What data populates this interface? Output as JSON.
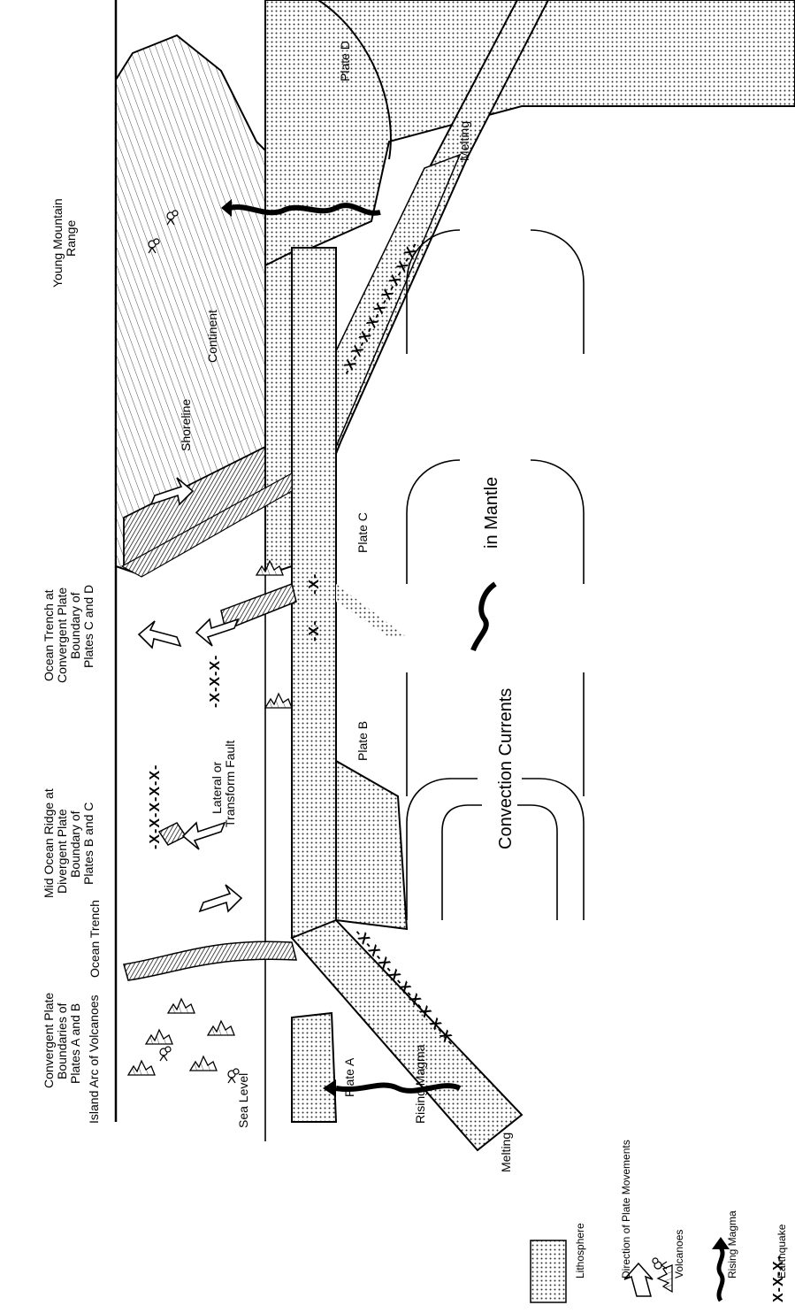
{
  "labels": {
    "island_arc": "Island Arc of Volcanoes",
    "convergent_ab_1": "Convergent Plate",
    "convergent_ab_2": "Boundaries of",
    "convergent_ab_3": "Plates A and B",
    "ocean_trench": "Ocean Trench",
    "mid_ridge_1": "Mid Ocean Ridge at",
    "mid_ridge_2": "Divergent Plate",
    "mid_ridge_3": "Boundary of",
    "mid_ridge_4": "Plates B and C",
    "trench_cd_1": "Ocean Trench at",
    "trench_cd_2": "Convergent Plate",
    "trench_cd_3": "Boundary of",
    "trench_cd_4": "Plates C and D",
    "shoreline": "Shoreline",
    "young_mountain_1": "Young Mountain",
    "young_mountain_2": "Range",
    "continent": "Continent",
    "plate_d": "Plate D",
    "melting_top": "Melting",
    "sea_level": "Sea Level",
    "lateral_fault_1": "Lateral or",
    "lateral_fault_2": "Transform Fault",
    "plate_a": "Plate A",
    "plate_b": "Plate B",
    "plate_c": "Plate C",
    "rising_magma": "Rising Magma",
    "melting_bottom": "Melting",
    "convection_1": "Convection Currents",
    "convection_2": "in Mantle",
    "eq_ridge": "-X-X-X-X-X-",
    "eq_fault": "-X-X-X-",
    "eq_left_slab": "-X-X-X-X-X-X-X-X-X-",
    "eq_right_slab": "-X-X-X-X-X-X-X-X-X-",
    "eq_small_top": "-X-",
    "eq_small_bottom": "-X-"
  },
  "legend": {
    "lithosphere": "Lithosphere",
    "plate_movement": "Direction of Plate Movements",
    "volcanoes": "Volcanoes",
    "rising_magma": "Rising Magma",
    "earthquake_symbol": "X-X-X-",
    "earthquake": "Earthquake"
  },
  "colors": {
    "ink": "#000000",
    "paper": "#ffffff",
    "stipple": "#b5b5b5"
  }
}
